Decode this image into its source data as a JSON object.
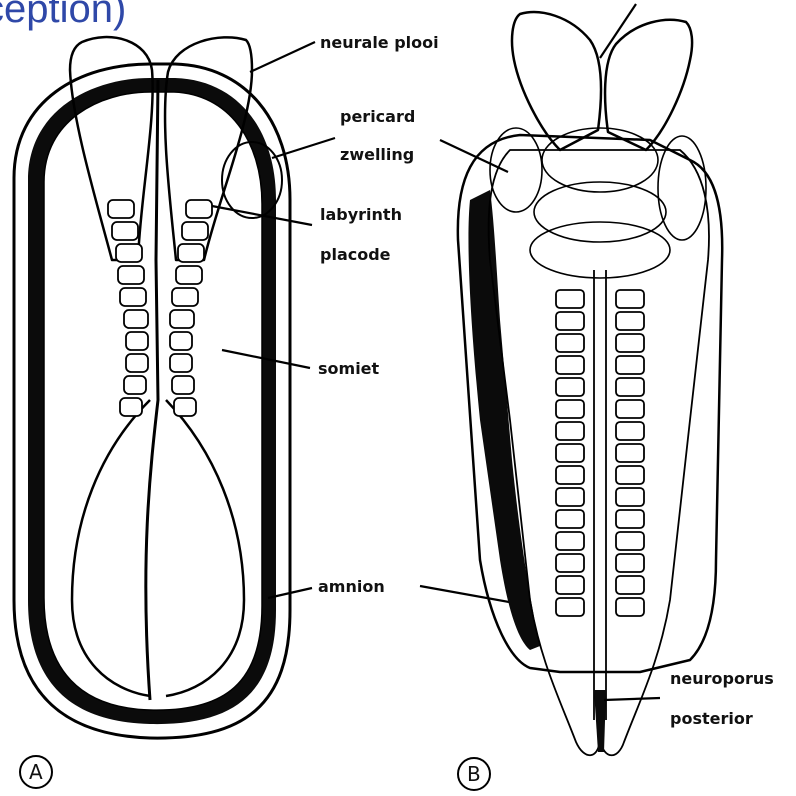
{
  "title_fragment": "ception)",
  "panel_a": {
    "letter": "A",
    "labels": {
      "neural_fold": "neurale plooi",
      "pericard": "pericard",
      "zwelling": "zwelling",
      "labyrinth": "labyrinth",
      "placode": "placode",
      "somiet": "somiet",
      "amnion": "amnion"
    }
  },
  "panel_b": {
    "letter": "B",
    "labels": {
      "neuroporus": "neuroporus",
      "posterior": "posterior"
    }
  },
  "colors": {
    "title": "#2f48a8",
    "ink": "#000000",
    "stipple": "#1a1a1a"
  }
}
